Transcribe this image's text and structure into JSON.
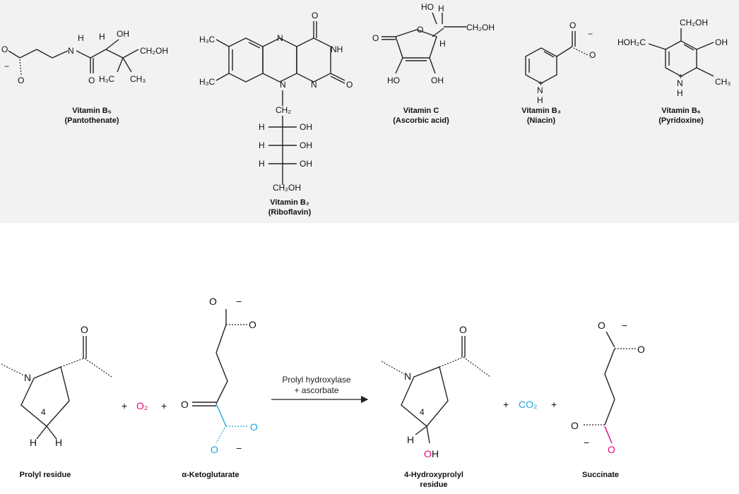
{
  "colors": {
    "oxygen_pink": "#e6007e",
    "ketone_blue": "#1fa3e0",
    "panel_bg": "#f2f2f3"
  },
  "top_panel": {
    "vitamins": [
      {
        "name": "Vitamin B₅",
        "alt": "(Pantothenate)"
      },
      {
        "name": "Vitamin B₂",
        "alt": "(Riboflavin)"
      },
      {
        "name": "Vitamin C",
        "alt": "(Ascorbic acid)"
      },
      {
        "name": "Vitamin B₃",
        "alt": "(Niacin)"
      },
      {
        "name": "Vitamin B₆",
        "alt": "(Pyridoxine)"
      }
    ]
  },
  "reaction": {
    "plus": "+",
    "o2": "O₂",
    "co2": "CO₂",
    "enzyme": "Prolyl hydroxylase",
    "cofactor": "+ ascorbate",
    "substrate_label": "Prolyl residue",
    "ketoglutarate_label": "α-Ketoglutarate",
    "product_label_line1": "4-Hydroxyprolyl",
    "product_label_line2": "residue",
    "succinate_label": "Succinate"
  }
}
